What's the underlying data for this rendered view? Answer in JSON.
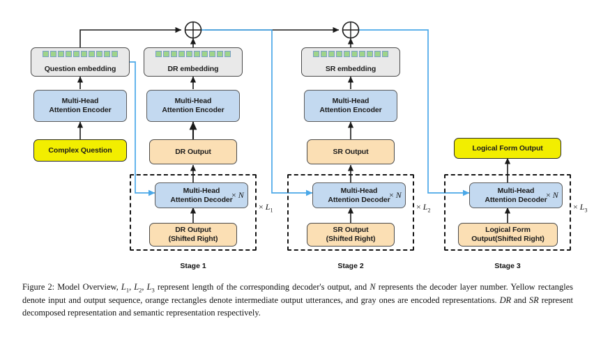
{
  "figure": {
    "title": "Model Overview",
    "embedding_cell_count": 10,
    "colors": {
      "encoder_blue": "#c3d9f0",
      "utterance_orange": "#fbdfb4",
      "io_yellow": "#f2ee00",
      "embedding_gray": "#e9e9e9",
      "embedding_cell_green": "#9fd48b",
      "embedding_cell_border_blue": "#7a9fc9",
      "skip_link_blue": "#4aa8e8",
      "flow_arrow_black": "#1a1a1a"
    },
    "nodes": {
      "question_embedding": "Question embedding",
      "dr_embedding": "DR embedding",
      "sr_embedding": "SR embedding",
      "encoder1": "Multi-Head\nAttention Encoder",
      "encoder1_line1": "Multi-Head",
      "encoder1_line2": "Attention Encoder",
      "complex_question": "Complex Question",
      "dr_output": "DR Output",
      "sr_output": "SR Output",
      "logical_form_output": "Logical Form Output",
      "decoder_line1": "Multi-Head",
      "decoder_line2": "Attention Decoder",
      "dr_shifted_line1": "DR Output",
      "dr_shifted_line2": "(Shifted Right)",
      "sr_shifted_line1": "SR Output",
      "sr_shifted_line2": "(Shifted Right)",
      "lf_shifted_line1": "Logical Form",
      "lf_shifted_line2": "Output(Shifted Right)"
    },
    "multipliers": {
      "n1": "N",
      "n2": "N",
      "n3": "N",
      "l1": "L",
      "l1_sub": "1",
      "l2": "L",
      "l2_sub": "2",
      "l3": "L",
      "l3_sub": "3",
      "op": "×"
    },
    "stages": [
      {
        "label": "Stage 1"
      },
      {
        "label": "Stage 2"
      },
      {
        "label": "Stage 3"
      }
    ],
    "adders": [
      "⊕",
      "⊕"
    ]
  },
  "caption": {
    "prefix": "Figure 2:",
    "text_1": " Model Overview, ",
    "l1": "L",
    "l1_sub": "1",
    "sep1": ", ",
    "l2": "L",
    "l2_sub": "2",
    "sep2": ", ",
    "l3": "L",
    "l3_sub": "3",
    "text_2": " represent length of the corresponding decoder's output, and ",
    "n": "N",
    "text_3": " represents the decoder layer number. Yellow rectangles denote input and output sequence, orange rectangles denote intermediate output utterances, and gray ones are encoded representations. ",
    "dr": "DR",
    "text_4": " and ",
    "sr": "SR",
    "text_5": " represent decomposed representation and semantic representation respectively."
  }
}
